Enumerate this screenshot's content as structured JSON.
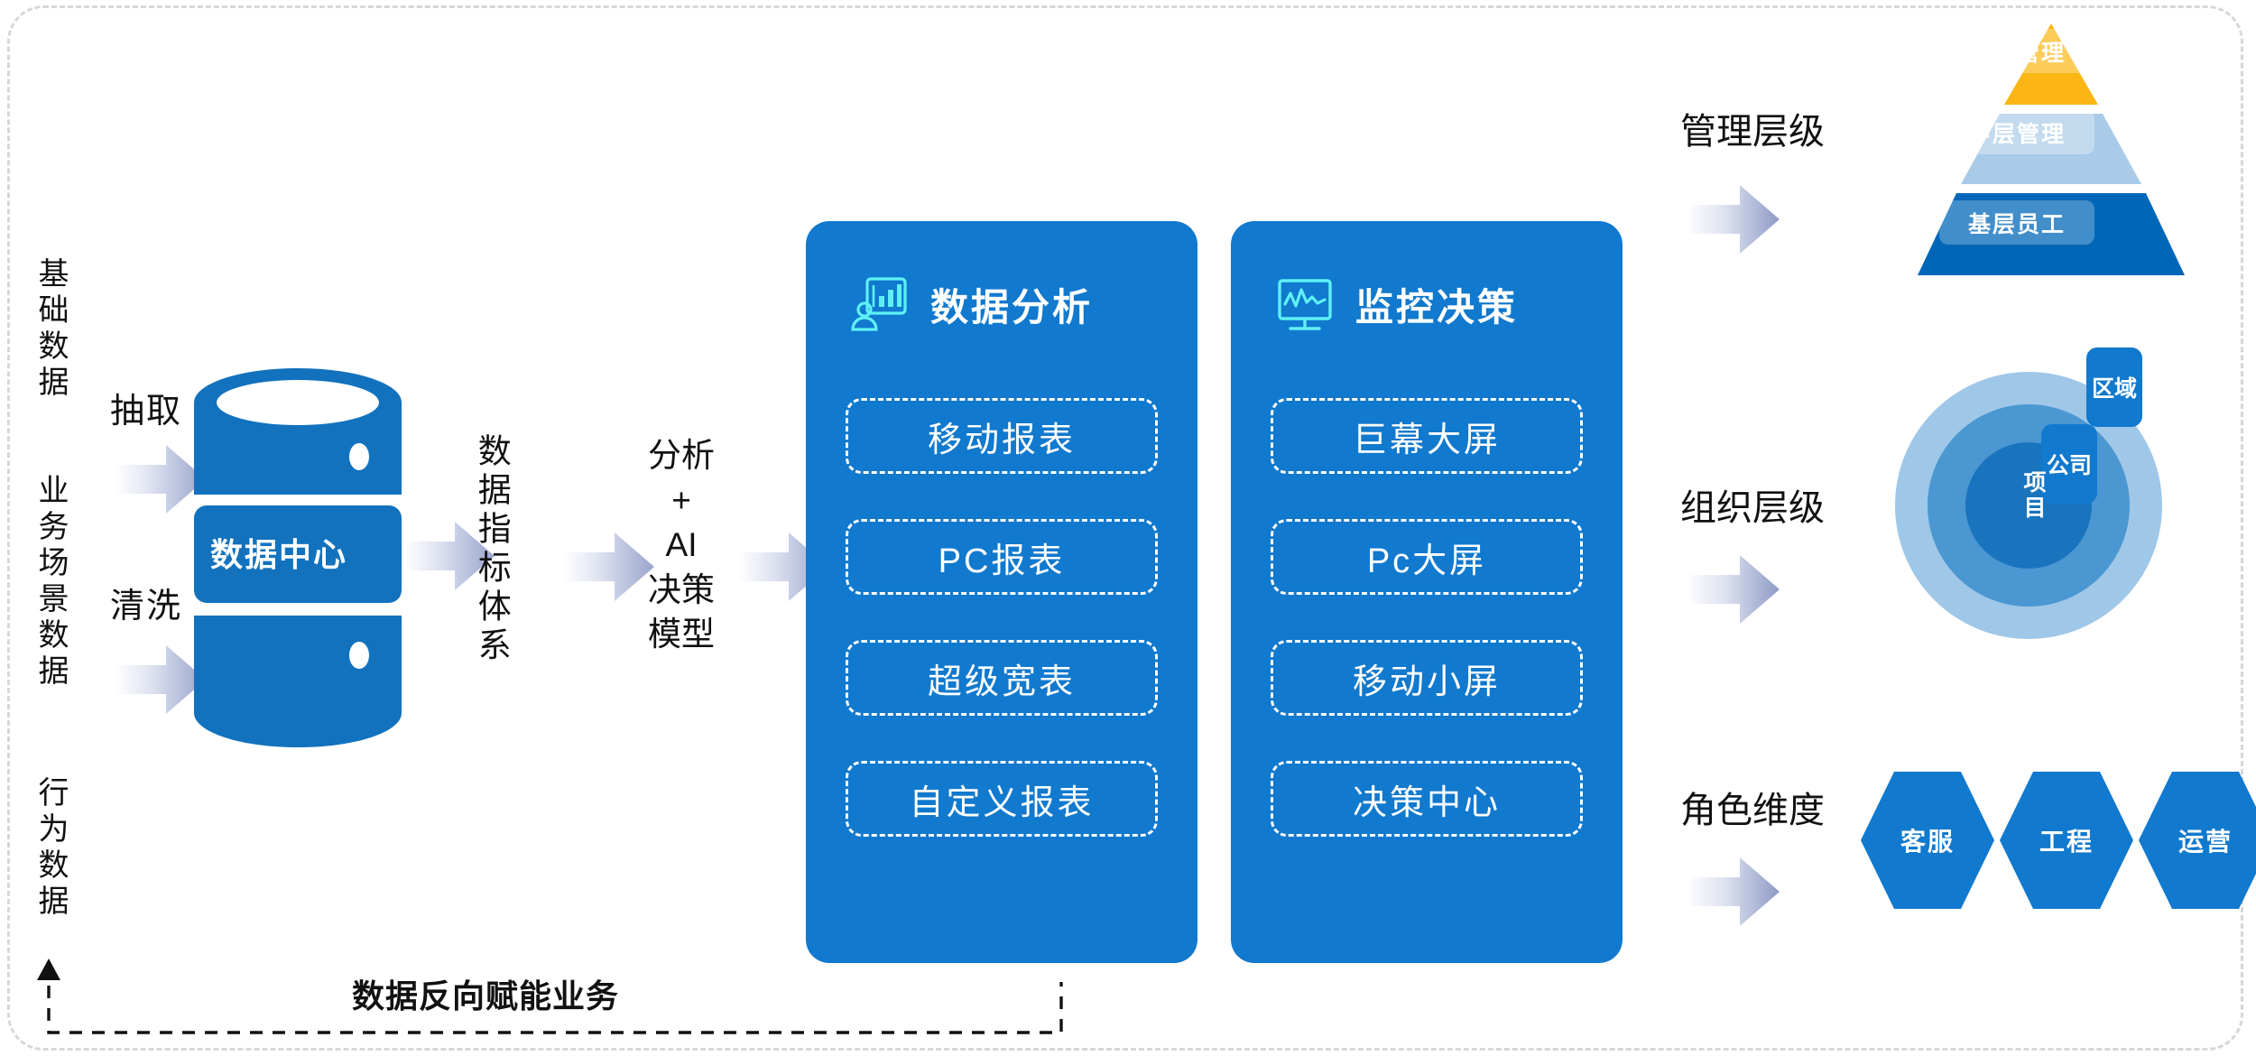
{
  "frame": {
    "style": "dashed-rounded-border"
  },
  "sources": {
    "items": [
      {
        "label": "基础数据"
      },
      {
        "label": "业务场景数据"
      },
      {
        "label": "行为数据"
      }
    ]
  },
  "ingest": {
    "extract_label": "抽取",
    "clean_label": "清洗",
    "database_label": "数据中心"
  },
  "pipeline": {
    "metrics_label": "数据指标体系",
    "model_label": "分析\n+\nAI\n决策\n模型"
  },
  "panels": [
    {
      "title": "数据分析",
      "icon": "presentation-bar-chart-icon",
      "items": [
        "移动报表",
        "PC报表",
        "超级宽表",
        "自定义报表"
      ]
    },
    {
      "title": "监控决策",
      "icon": "monitor-pulse-icon",
      "items": [
        "巨幕大屏",
        "Pc大屏",
        "移动小屏",
        "决策中心"
      ]
    }
  ],
  "right_sections": [
    {
      "label": "管理层级",
      "type": "pyramid",
      "levels": [
        {
          "label": "高层管理",
          "color": "#fbb615"
        },
        {
          "label": "中层管理",
          "color": "#a9cbe8"
        },
        {
          "label": "基层员工",
          "color": "#0067b8"
        }
      ]
    },
    {
      "label": "组织层级",
      "type": "concentric-circles",
      "rings": [
        {
          "label": "区域",
          "color": "#9fc7e8"
        },
        {
          "label": "公司",
          "color": "#4b97d2"
        },
        {
          "label": "项目",
          "color": "#1a74bd"
        }
      ]
    },
    {
      "label": "角色维度",
      "type": "hexagons",
      "items": [
        "客服",
        "工程",
        "运营"
      ]
    }
  ],
  "feedback": {
    "label": "数据反向赋能业务"
  },
  "colors": {
    "panel_blue": "#1179ce",
    "brand_blue": "#0f73c4",
    "accent_cyan": "#5ff0f5",
    "pyramid_gold": "#fbb615",
    "pyramid_mid": "#a9cbe8",
    "pyramid_base": "#0067b8",
    "arrow_gradient_start": "#ffffff",
    "arrow_gradient_end": "#9aa4cd"
  }
}
